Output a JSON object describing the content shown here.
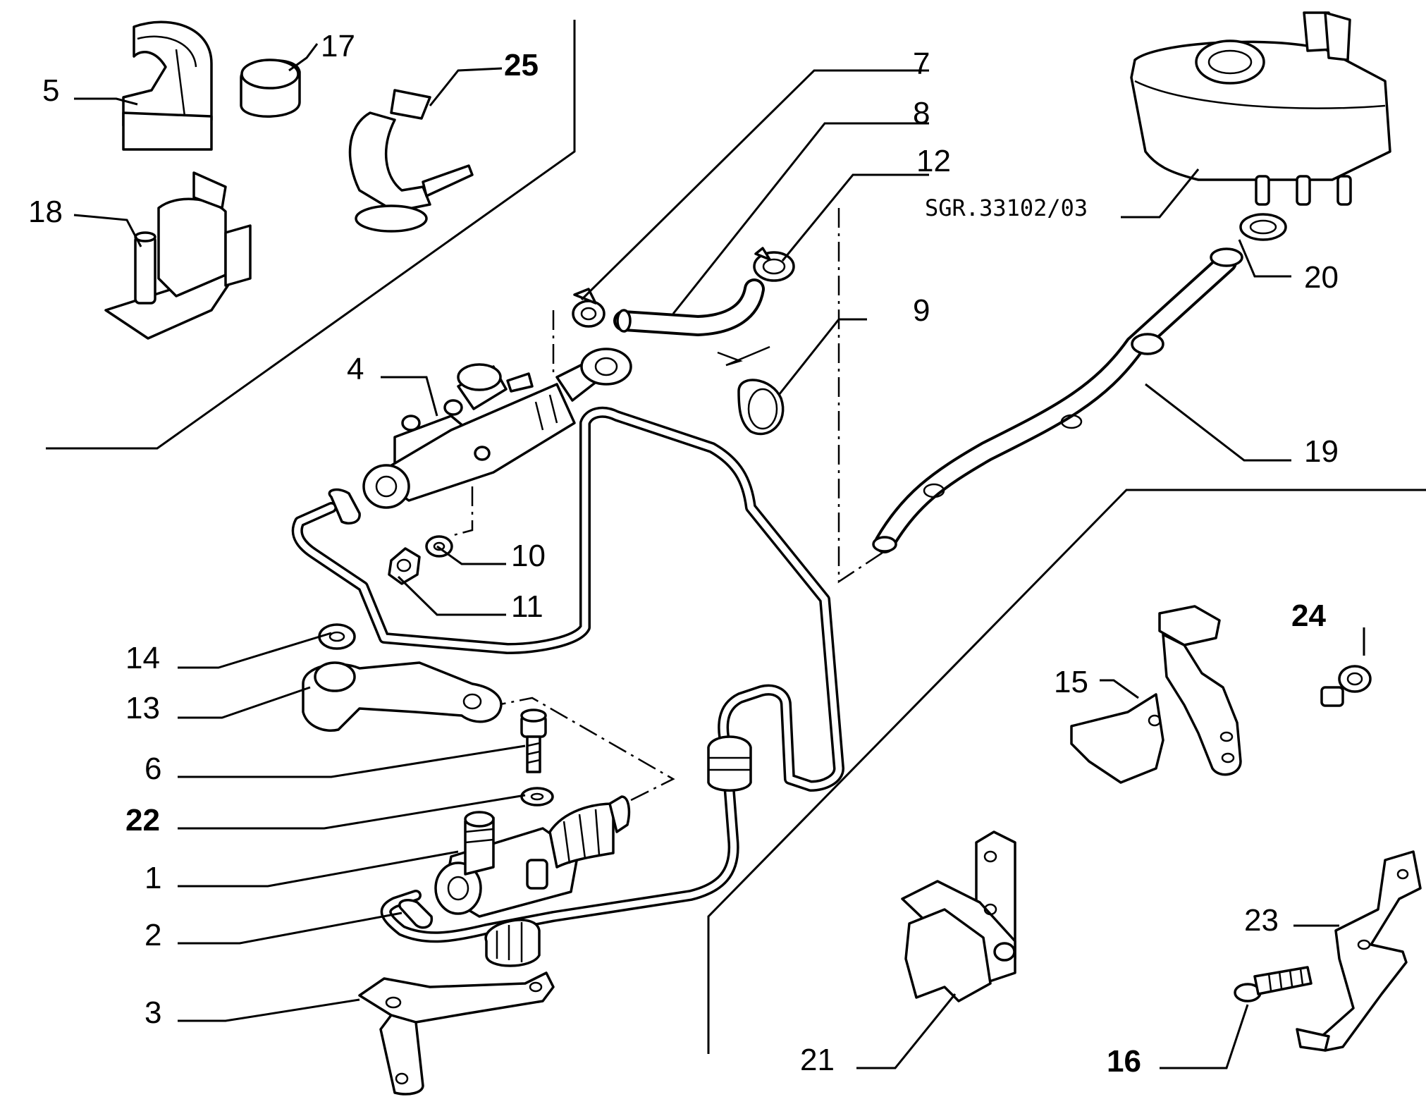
{
  "drawing_ref": "SGR.33102/03",
  "callouts": {
    "c1": "1",
    "c2": "2",
    "c3": "3",
    "c4": "4",
    "c5": "5",
    "c6": "6",
    "c7": "7",
    "c8": "8",
    "c9": "9",
    "c10": "10",
    "c11": "11",
    "c12": "12",
    "c13": "13",
    "c14": "14",
    "c15": "15",
    "c16": "16",
    "c17": "17",
    "c18": "18",
    "c19": "19",
    "c20": "20",
    "c21": "21",
    "c22": "22",
    "c23": "23",
    "c24": "24",
    "c25": "25"
  }
}
